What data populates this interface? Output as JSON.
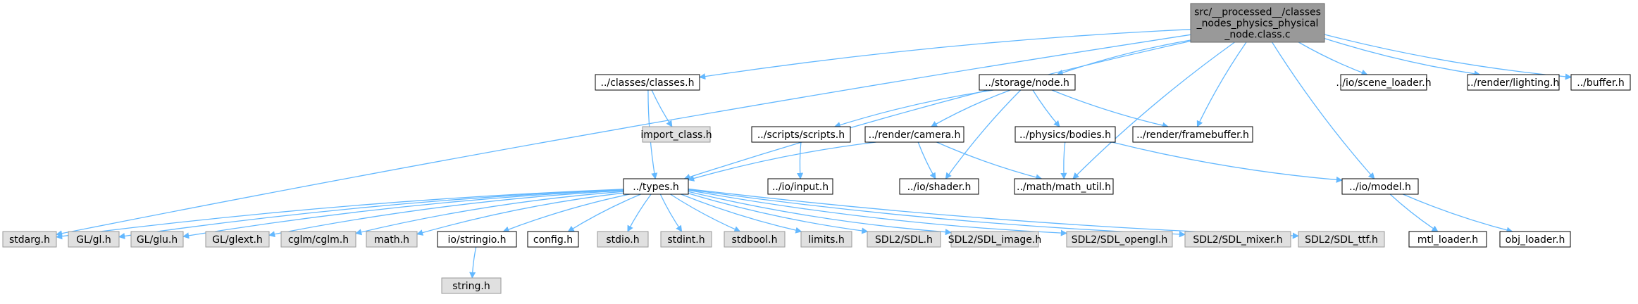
{
  "colors": {
    "edge": "#63b8ff",
    "root_fill": "#999999",
    "root_border": "#666666",
    "node_fill": "#ffffff",
    "node_border": "#000000",
    "external_fill": "#e0e0e0",
    "external_border": "#999999"
  },
  "nodes": [
    {
      "id": "root",
      "style": "root",
      "lines": [
        "src/__processed__/classes",
        "_nodes_physics_physical",
        "_node.class.c"
      ]
    },
    {
      "id": "classes",
      "style": "normal",
      "lines": [
        "../classes/classes.h"
      ]
    },
    {
      "id": "node",
      "style": "normal",
      "lines": [
        "../storage/node.h"
      ]
    },
    {
      "id": "scene_loader",
      "style": "normal",
      "lines": [
        "../io/scene_loader.h"
      ]
    },
    {
      "id": "lighting",
      "style": "normal",
      "lines": [
        "../render/lighting.h"
      ]
    },
    {
      "id": "buffer",
      "style": "normal",
      "lines": [
        "../buffer.h"
      ]
    },
    {
      "id": "import_class",
      "style": "external",
      "lines": [
        "import_class.h"
      ]
    },
    {
      "id": "scripts",
      "style": "normal",
      "lines": [
        "../scripts/scripts.h"
      ]
    },
    {
      "id": "camera",
      "style": "normal",
      "lines": [
        "../render/camera.h"
      ]
    },
    {
      "id": "bodies",
      "style": "normal",
      "lines": [
        "../physics/bodies.h"
      ]
    },
    {
      "id": "framebuffer",
      "style": "normal",
      "lines": [
        "../render/framebuffer.h"
      ]
    },
    {
      "id": "types",
      "style": "normal",
      "lines": [
        "../types.h"
      ]
    },
    {
      "id": "input",
      "style": "normal",
      "lines": [
        "../io/input.h"
      ]
    },
    {
      "id": "shader",
      "style": "normal",
      "lines": [
        "../io/shader.h"
      ]
    },
    {
      "id": "math_util",
      "style": "normal",
      "lines": [
        "../math/math_util.h"
      ]
    },
    {
      "id": "model",
      "style": "normal",
      "lines": [
        "../io/model.h"
      ]
    },
    {
      "id": "stdarg",
      "style": "external",
      "lines": [
        "stdarg.h"
      ]
    },
    {
      "id": "gl",
      "style": "external",
      "lines": [
        "GL/gl.h"
      ]
    },
    {
      "id": "glu",
      "style": "external",
      "lines": [
        "GL/glu.h"
      ]
    },
    {
      "id": "glext",
      "style": "external",
      "lines": [
        "GL/glext.h"
      ]
    },
    {
      "id": "cglm",
      "style": "external",
      "lines": [
        "cglm/cglm.h"
      ]
    },
    {
      "id": "math",
      "style": "external",
      "lines": [
        "math.h"
      ]
    },
    {
      "id": "stringio",
      "style": "normal",
      "lines": [
        "io/stringio.h"
      ]
    },
    {
      "id": "config",
      "style": "normal",
      "lines": [
        "config.h"
      ]
    },
    {
      "id": "stdio",
      "style": "external",
      "lines": [
        "stdio.h"
      ]
    },
    {
      "id": "stdint",
      "style": "external",
      "lines": [
        "stdint.h"
      ]
    },
    {
      "id": "stdbool",
      "style": "external",
      "lines": [
        "stdbool.h"
      ]
    },
    {
      "id": "limits",
      "style": "external",
      "lines": [
        "limits.h"
      ]
    },
    {
      "id": "sdl",
      "style": "external",
      "lines": [
        "SDL2/SDL.h"
      ]
    },
    {
      "id": "sdl_image",
      "style": "external",
      "lines": [
        "SDL2/SDL_image.h"
      ]
    },
    {
      "id": "sdl_opengl",
      "style": "external",
      "lines": [
        "SDL2/SDL_opengl.h"
      ]
    },
    {
      "id": "sdl_mixer",
      "style": "external",
      "lines": [
        "SDL2/SDL_mixer.h"
      ]
    },
    {
      "id": "sdl_ttf",
      "style": "external",
      "lines": [
        "SDL2/SDL_ttf.h"
      ]
    },
    {
      "id": "mtl_loader",
      "style": "normal",
      "lines": [
        "mtl_loader.h"
      ]
    },
    {
      "id": "obj_loader",
      "style": "normal",
      "lines": [
        "obj_loader.h"
      ]
    },
    {
      "id": "string",
      "style": "external",
      "lines": [
        "string.h"
      ]
    }
  ],
  "edges": [
    [
      "root",
      "stdarg"
    ],
    [
      "root",
      "classes"
    ],
    [
      "root",
      "types"
    ],
    [
      "root",
      "node"
    ],
    [
      "root",
      "framebuffer"
    ],
    [
      "root",
      "math_util"
    ],
    [
      "root",
      "model"
    ],
    [
      "root",
      "scene_loader"
    ],
    [
      "root",
      "lighting"
    ],
    [
      "root",
      "buffer"
    ],
    [
      "classes",
      "import_class"
    ],
    [
      "classes",
      "types"
    ],
    [
      "node",
      "scripts"
    ],
    [
      "node",
      "camera"
    ],
    [
      "node",
      "shader"
    ],
    [
      "node",
      "bodies"
    ],
    [
      "node",
      "framebuffer"
    ],
    [
      "scripts",
      "input"
    ],
    [
      "camera",
      "types"
    ],
    [
      "camera",
      "shader"
    ],
    [
      "camera",
      "math_util"
    ],
    [
      "bodies",
      "math_util"
    ],
    [
      "bodies",
      "model"
    ],
    [
      "types",
      "stdarg"
    ],
    [
      "types",
      "gl"
    ],
    [
      "types",
      "glu"
    ],
    [
      "types",
      "glext"
    ],
    [
      "types",
      "cglm"
    ],
    [
      "types",
      "math"
    ],
    [
      "types",
      "stringio"
    ],
    [
      "types",
      "config"
    ],
    [
      "types",
      "stdio"
    ],
    [
      "types",
      "stdint"
    ],
    [
      "types",
      "stdbool"
    ],
    [
      "types",
      "limits"
    ],
    [
      "types",
      "sdl"
    ],
    [
      "types",
      "sdl_image"
    ],
    [
      "types",
      "sdl_opengl"
    ],
    [
      "types",
      "sdl_mixer"
    ],
    [
      "types",
      "sdl_ttf"
    ],
    [
      "stringio",
      "string"
    ],
    [
      "model",
      "mtl_loader"
    ],
    [
      "model",
      "obj_loader"
    ]
  ]
}
